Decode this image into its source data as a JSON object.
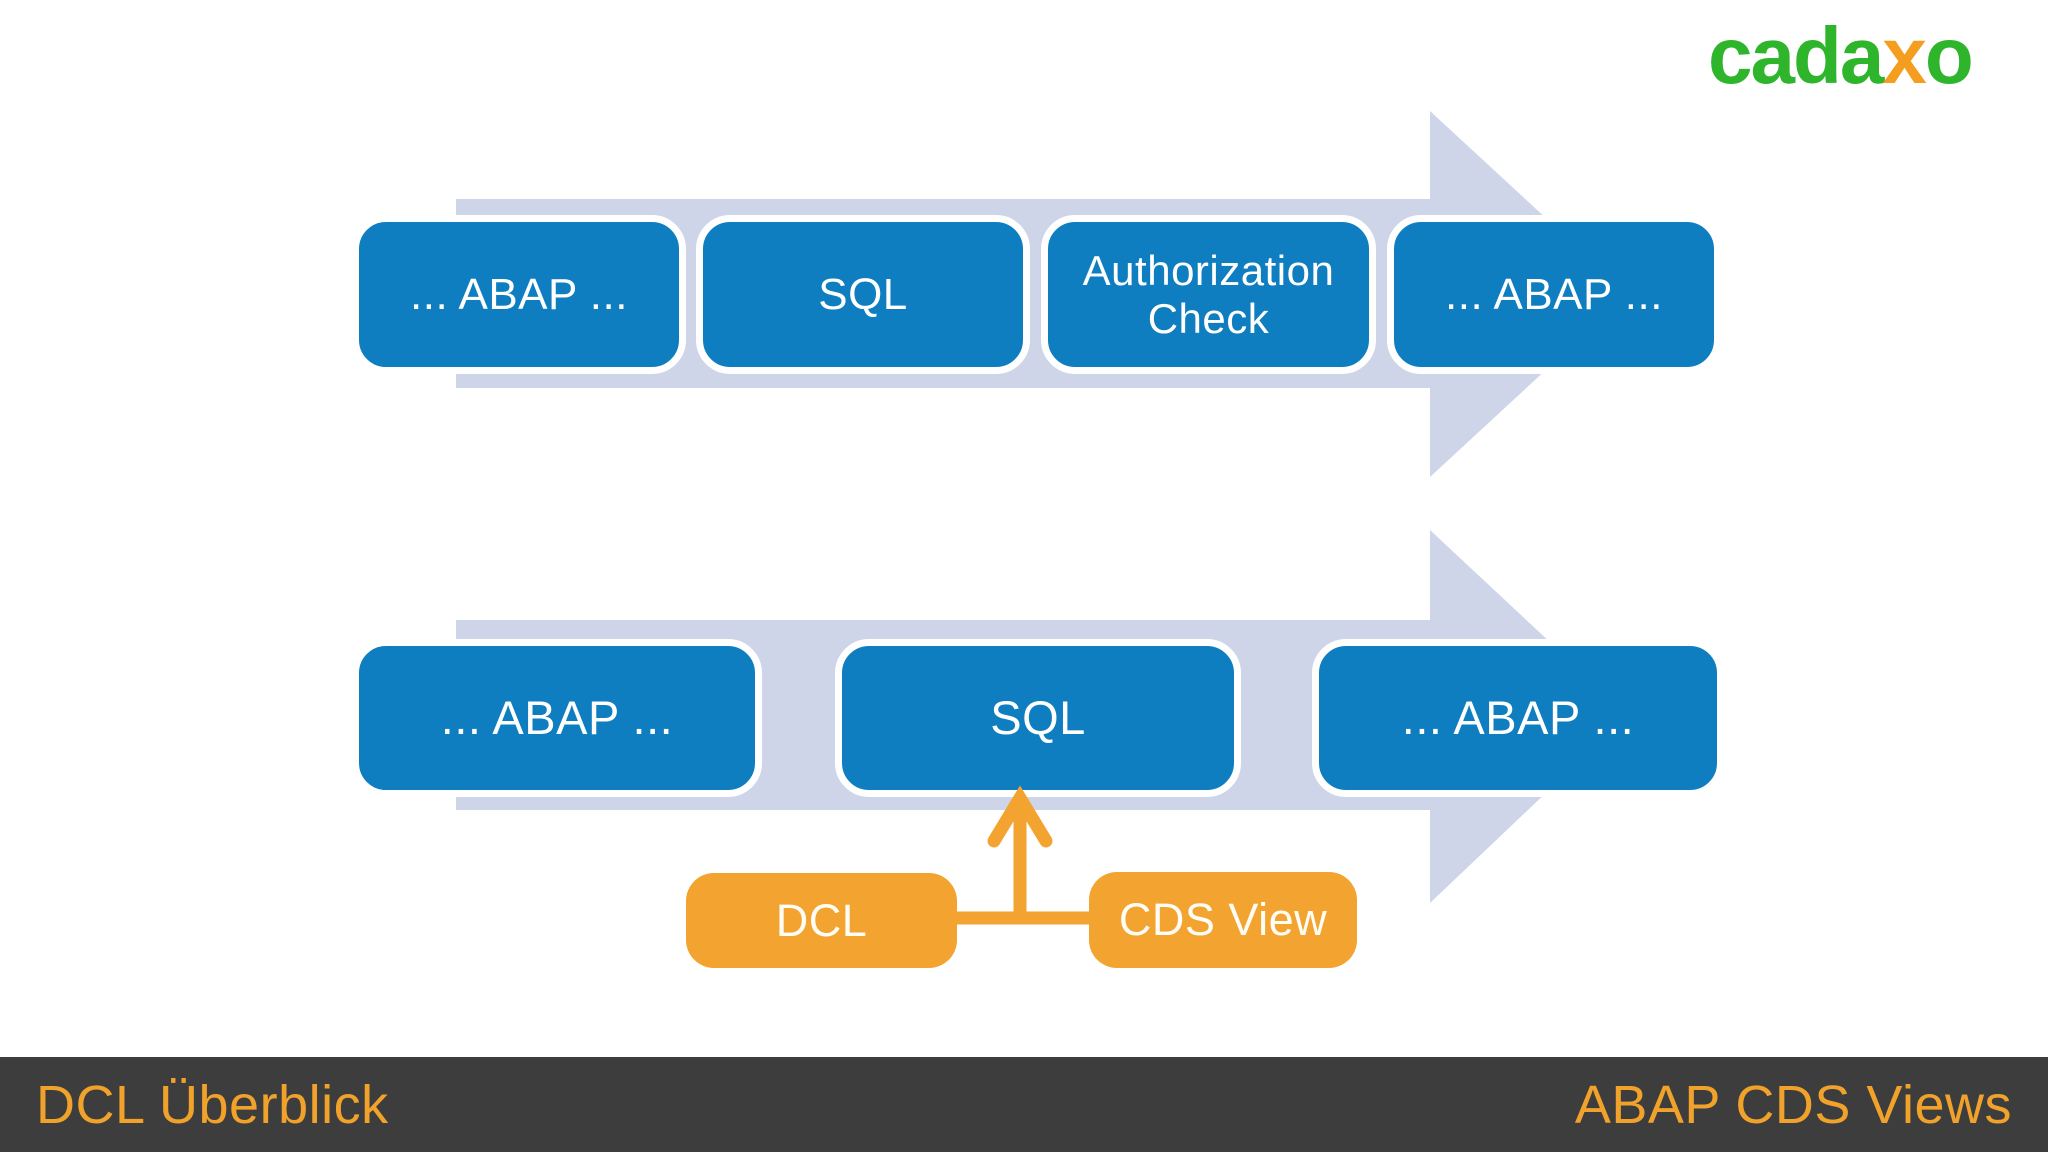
{
  "logo": {
    "green_part_1": "cada",
    "orange_part": "x",
    "green_part_2": "o",
    "green_color": "#2EB52C",
    "orange_color": "#F49D1E"
  },
  "top_flow": {
    "boxes": [
      "... ABAP ...",
      "SQL",
      "Authorization Check",
      "... ABAP ..."
    ]
  },
  "bottom_flow": {
    "boxes": [
      "... ABAP ...",
      "SQL",
      "... ABAP ..."
    ]
  },
  "annotation": {
    "dcl_label": "DCL",
    "cds_view_label": "CDS View"
  },
  "footer": {
    "left_title": "DCL Überblick",
    "right_title": "ABAP CDS Views",
    "bar_color": "#3D3D3D",
    "text_color": "#F0A22B"
  },
  "colors": {
    "process_box_blue": "#0E7EC0",
    "arrow_band_lavender": "#CED5E8",
    "accent_orange": "#F3A32F"
  }
}
